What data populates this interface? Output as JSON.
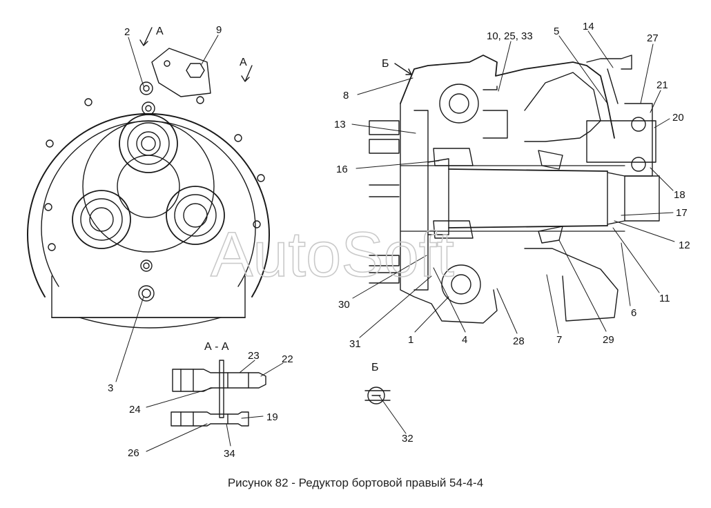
{
  "figure": {
    "caption": "Рисунок 82 - Редуктор бортовой правый 54-4-4",
    "watermark": "AutoSoft"
  },
  "view_labels": {
    "a1": "A",
    "a2": "A",
    "section_aa": "А - А",
    "b_arrow": "Б",
    "b_view": "Б"
  },
  "callouts": {
    "c2": "2",
    "c9": "9",
    "c3": "3",
    "c10": "10, 25, 33",
    "c5": "5",
    "c14": "14",
    "c27": "27",
    "c8": "8",
    "c13": "13",
    "c16": "16",
    "c21": "21",
    "c20": "20",
    "c18": "18",
    "c17": "17",
    "c12": "12",
    "c11": "11",
    "c6": "6",
    "c29": "29",
    "c7": "7",
    "c28": "28",
    "c4": "4",
    "c1": "1",
    "c30": "30",
    "c31": "31",
    "c23": "23",
    "c22": "22",
    "c24": "24",
    "c19": "19",
    "c26": "26",
    "c34": "34",
    "c32": "32"
  },
  "colors": {
    "ink": "#1a1a1a",
    "watermark": "#c9c9c9",
    "paper": "#ffffff"
  }
}
